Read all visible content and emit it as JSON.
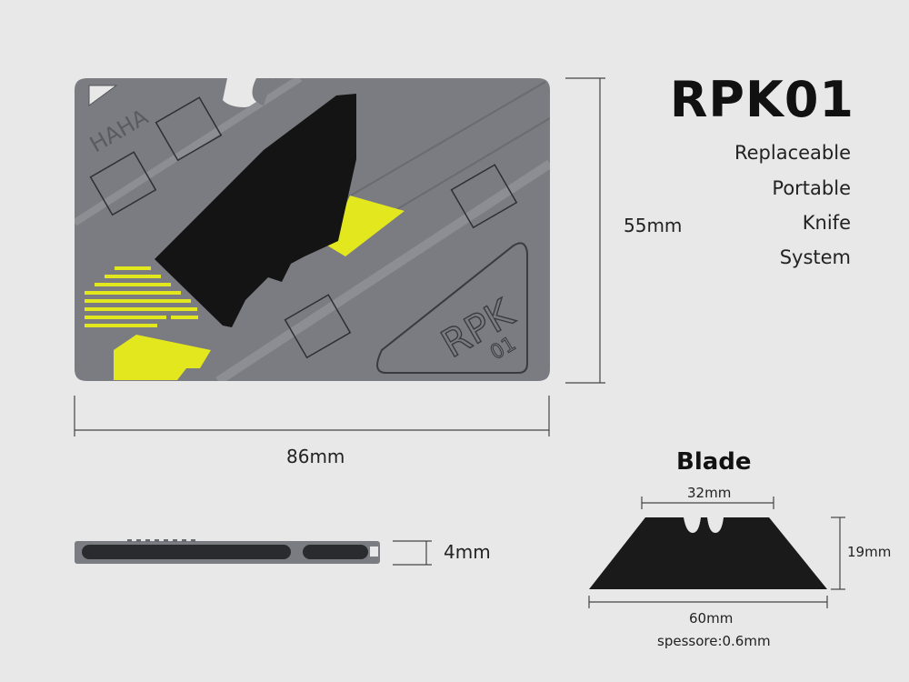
{
  "product": {
    "title": "RPK01",
    "features": [
      "Replaceable",
      "Portable",
      "Knife",
      "System"
    ]
  },
  "card": {
    "engraving_left": "HAHA",
    "logo_top": "RPK",
    "logo_bottom": "01"
  },
  "dimensions": {
    "height": "55mm",
    "width": "86mm",
    "thickness": "4mm"
  },
  "blade": {
    "title": "Blade",
    "top_width": "32mm",
    "height": "19mm",
    "bottom_width": "60mm",
    "thickness": "spessore:0.6mm"
  },
  "colors": {
    "background": "#e8e8e8",
    "card": "#7a7b80",
    "accent_yellow": "#e6ea1f",
    "blade": "#1a1a1a"
  }
}
